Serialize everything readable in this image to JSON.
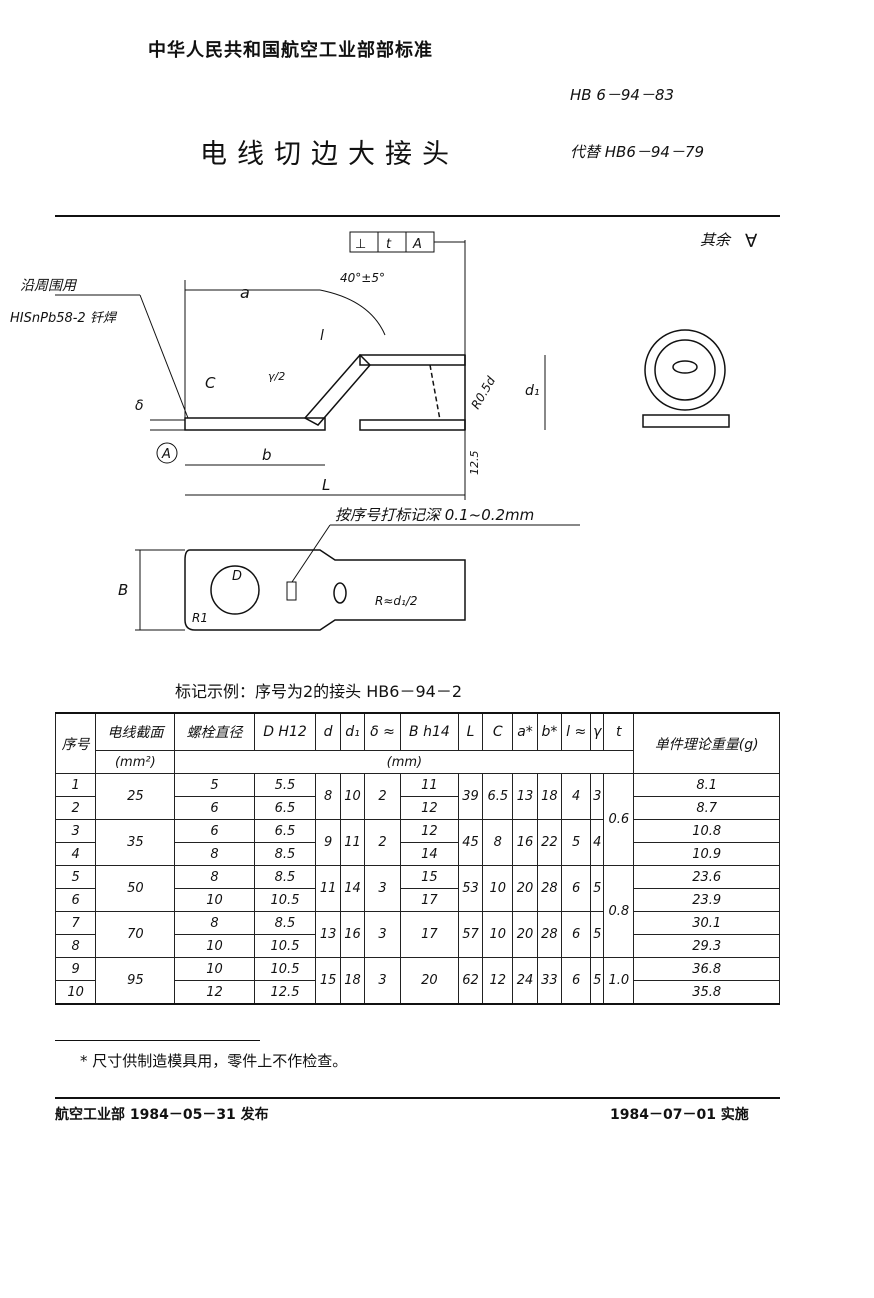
{
  "header": {
    "organization": "中华人民共和国航空工业部部标准",
    "standard_code": "HB 6－94－83",
    "title": "电线切边大接头",
    "replaces": "代替 HB6－94－79"
  },
  "drawing": {
    "weld_label_1": "沿周围用",
    "weld_label_2": "HISnPb58-2 钎焊",
    "tolerance_frame": [
      "⊥",
      "t",
      "A"
    ],
    "surface_rest": "其余",
    "angle": "40°±5°",
    "dim_a": "a",
    "dim_c": "C",
    "dim_gamma": "γ/2",
    "dim_delta": "δ",
    "datum_a": "A",
    "dim_b": "b",
    "dim_l": "L",
    "dim_d1": "d₁",
    "dim_r": "R0.5d",
    "roughness": "12.5",
    "dim_lsmall": "l",
    "marking_note": "按序号打标记深 0.1~0.2mm",
    "dim_B": "B",
    "dim_D": "D",
    "dim_R1": "R1",
    "dim_R_half": "R≈d₁/2"
  },
  "marking_example": "标记示例：序号为2的接头 HB6－94－2",
  "table": {
    "headers": [
      "序号",
      "电线截面",
      "螺栓直径",
      "D H12",
      "d",
      "d₁",
      "δ ≈",
      "B h14",
      "L",
      "C",
      "a*",
      "b*",
      "l ≈",
      "γ",
      "t",
      "单件理论重量(g)"
    ],
    "units_1": "(mm²)",
    "units_2": "(mm)",
    "groups": [
      {
        "rows": [
          "1",
          "2"
        ],
        "section": "25",
        "bolt": [
          "5",
          "6"
        ],
        "D": [
          "5.5",
          "6.5"
        ],
        "d": "8",
        "d1": "10",
        "delta": "2",
        "B": [
          "11",
          "12"
        ],
        "L": "39",
        "C": "6.5",
        "a": "13",
        "b": "18",
        "l": "4",
        "gamma": "3",
        "weight": [
          "8.1",
          "8.7"
        ]
      },
      {
        "rows": [
          "3",
          "4"
        ],
        "section": "35",
        "bolt": [
          "6",
          "8"
        ],
        "D": [
          "6.5",
          "8.5"
        ],
        "d": "9",
        "d1": "11",
        "delta": "2",
        "B": [
          "12",
          "14"
        ],
        "L": "45",
        "C": "8",
        "a": "16",
        "b": "22",
        "l": "5",
        "gamma": "4",
        "weight": [
          "10.8",
          "10.9"
        ]
      },
      {
        "rows": [
          "5",
          "6"
        ],
        "section": "50",
        "bolt": [
          "8",
          "10"
        ],
        "D": [
          "8.5",
          "10.5"
        ],
        "d": "11",
        "d1": "14",
        "delta": "3",
        "B": [
          "15",
          "17"
        ],
        "L": "53",
        "C": "10",
        "a": "20",
        "b": "28",
        "l": "6",
        "gamma": "5",
        "weight": [
          "23.6",
          "23.9"
        ]
      },
      {
        "rows": [
          "7",
          "8"
        ],
        "section": "70",
        "bolt": [
          "8",
          "10"
        ],
        "D": [
          "8.5",
          "10.5"
        ],
        "d": "13",
        "d1": "16",
        "delta": "3",
        "B": [
          "17"
        ],
        "L": "57",
        "C": "10",
        "a": "20",
        "b": "28",
        "l": "6",
        "gamma": "5",
        "weight": [
          "30.1",
          "29.3"
        ]
      },
      {
        "rows": [
          "9",
          "10"
        ],
        "section": "95",
        "bolt": [
          "10",
          "12"
        ],
        "D": [
          "10.5",
          "12.5"
        ],
        "d": "15",
        "d1": "18",
        "delta": "3",
        "B": [
          "20"
        ],
        "L": "62",
        "C": "12",
        "a": "24",
        "b": "33",
        "l": "6",
        "gamma": "5",
        "weight": [
          "36.8",
          "35.8"
        ]
      }
    ],
    "t_values": [
      {
        "value": "0.6",
        "groups": 2
      },
      {
        "value": "0.8",
        "groups": 2
      },
      {
        "value": "1.0",
        "groups": 1
      }
    ]
  },
  "footnote": "* 尺寸供制造模具用，零件上不作检查。",
  "footer": {
    "issued": "航空工业部 1984－05－31 发布",
    "effective": "1984－07－01 实施"
  }
}
